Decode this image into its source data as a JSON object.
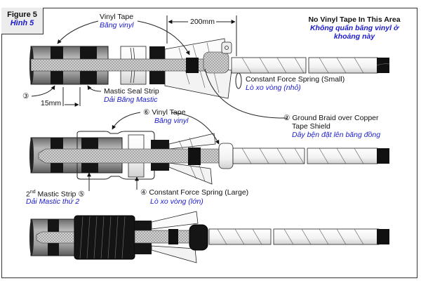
{
  "figure": {
    "label_en": "Figure 5",
    "label_vi": "Hình 5"
  },
  "annotations": {
    "vinyl_tape_top": {
      "en": "Vinyl Tape",
      "vi": "Băng vinyl"
    },
    "dimension_200": "200mm",
    "no_vinyl_area": {
      "en": "No Vinyl Tape In This Area",
      "vi_line1": "Không quấn băng vinyl ở",
      "vi_line2": "khoảng này"
    },
    "spring_small": {
      "en": "Constant Force Spring (Small)",
      "vi": "Lò xo vòng (nhỏ)"
    },
    "marker_3": "③",
    "dimension_15": "15mm",
    "mastic_seal": {
      "en": "Mastic Seal Strip",
      "vi": "Dải Băng Mastic"
    },
    "vinyl_tape_6": {
      "marker": "⑥",
      "en": "Vinyl Tape",
      "vi": "Băng vinyl"
    },
    "ground_braid": {
      "marker": "②",
      "en_line1": "Ground Braid over Copper",
      "en_line2": "Tape Shield",
      "vi": "Dây bện đặt lên băng đồng"
    },
    "mastic_2nd": {
      "en_prefix": "2",
      "en_sup": "nd",
      "en_suffix": " Mastic Strip ",
      "marker": "⑤",
      "vi": "Dải Mastic thứ 2"
    },
    "spring_large": {
      "marker": "④",
      "en": "Constant Force Spring (Large)",
      "vi": "Lò xo vòng (lớn)"
    }
  },
  "colors": {
    "label_vi": "#1a1acc",
    "tape_black": "#111111",
    "jacket_gray": "#9a9a9a",
    "braid": "#cfcfcf"
  }
}
